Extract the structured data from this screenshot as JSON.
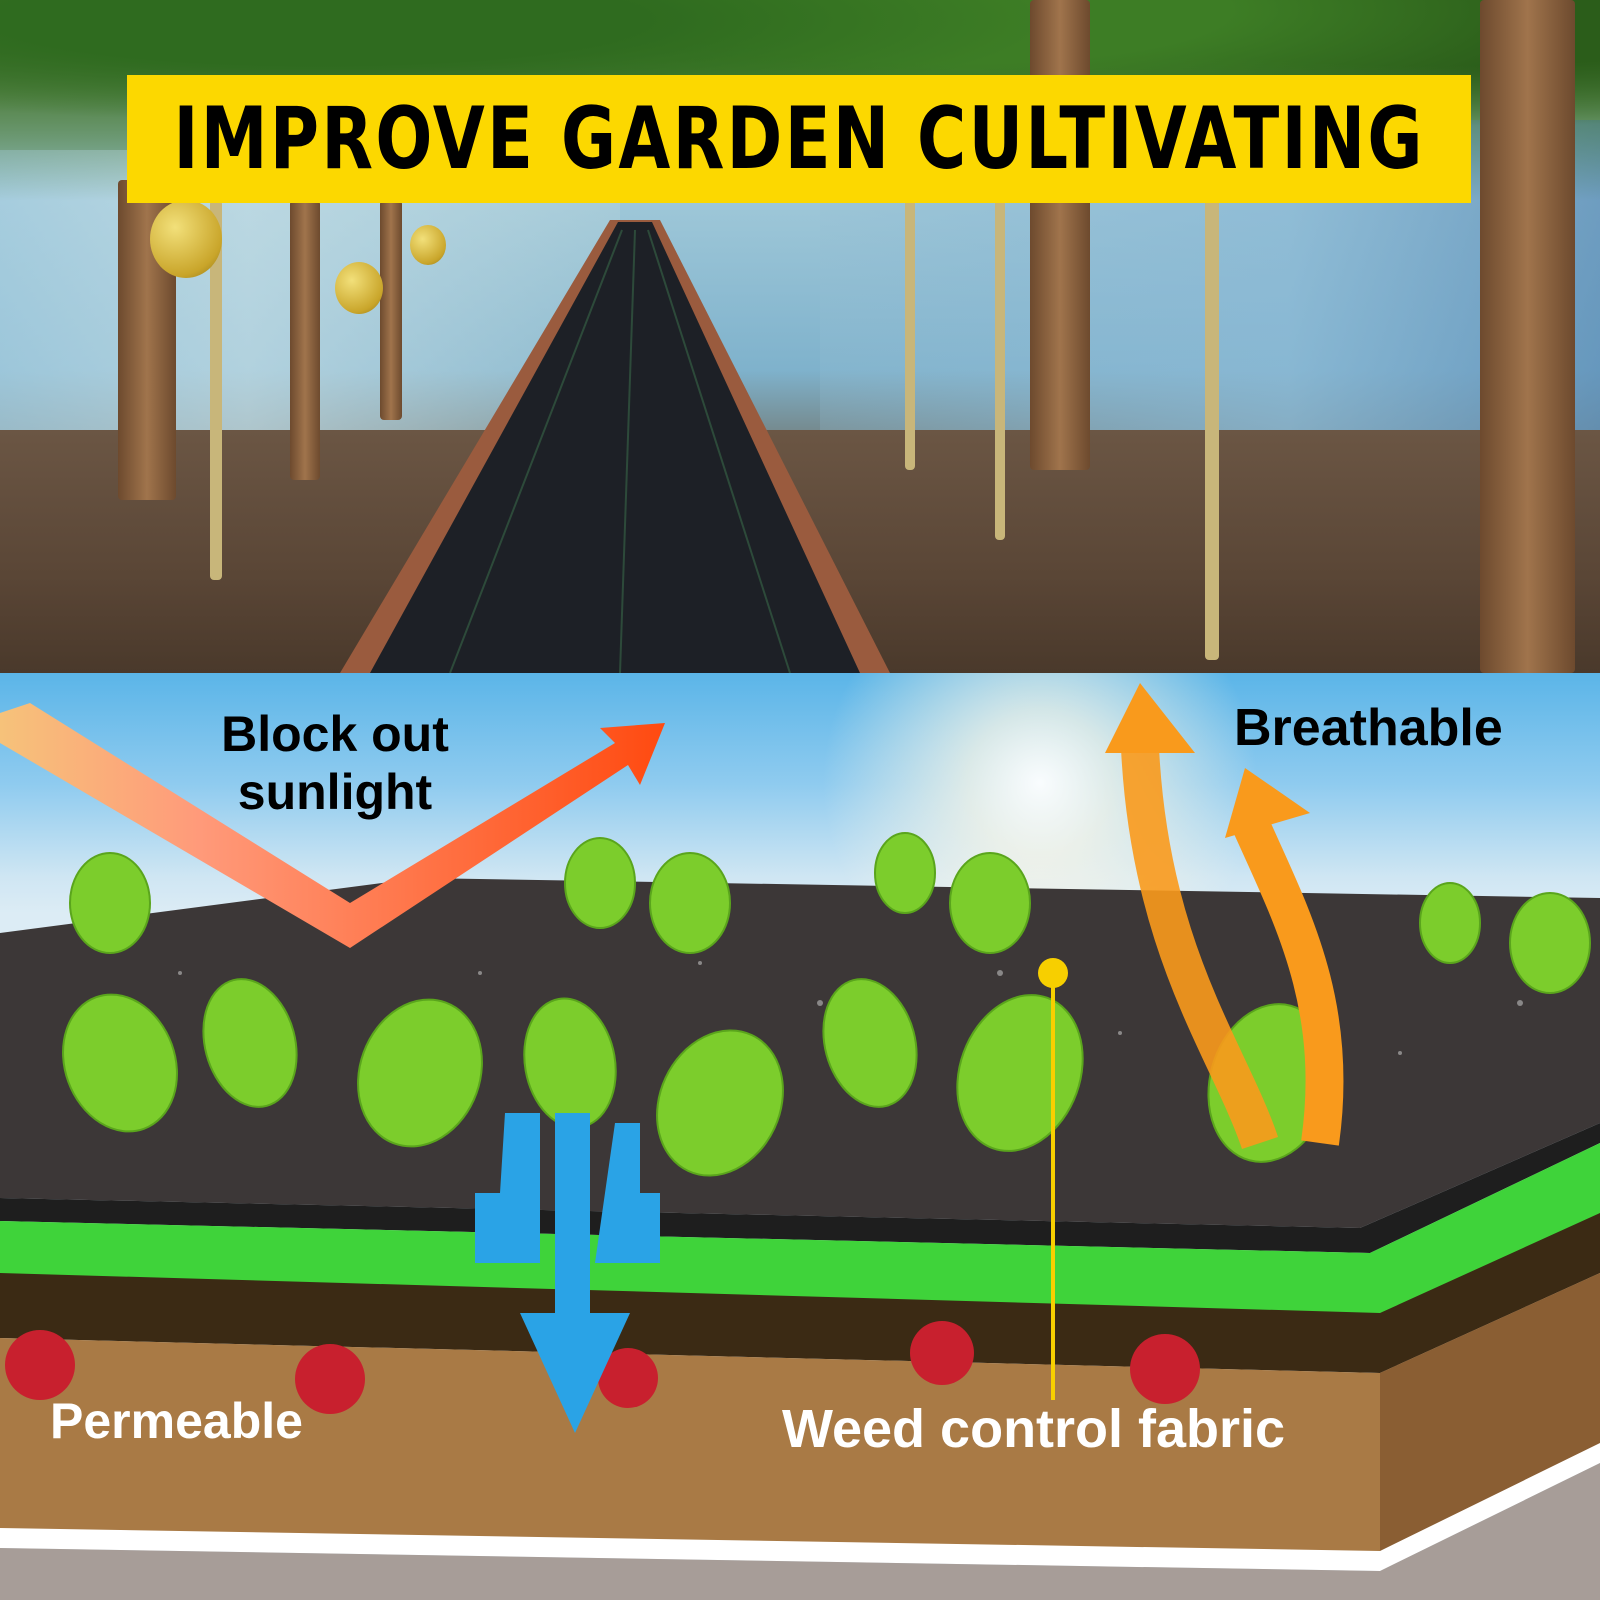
{
  "banner": {
    "title": "IMPROVE GARDEN CULTIVATING",
    "background_color": "#fcd800",
    "text_color": "#000000"
  },
  "photo": {
    "description": "Greenhouse tunnel with black weed control fabric laid along the center path, melons hanging on bamboo poles"
  },
  "illustration": {
    "labels": {
      "block_line1": "Block out",
      "block_line2": "sunlight",
      "breathable": "Breathable",
      "permeable": "Permeable",
      "weed_fabric": "Weed control fabric"
    },
    "colors": {
      "sunlight_arrow": "#ff4a10",
      "breath_arrow": "#f99a1c",
      "water_arrow": "#2aa3e6",
      "pointer": "#f7cf00",
      "fabric": "#3a3535",
      "grass": "#3fd33a",
      "soil": "#a97a45",
      "radish": "#c8202e"
    }
  }
}
